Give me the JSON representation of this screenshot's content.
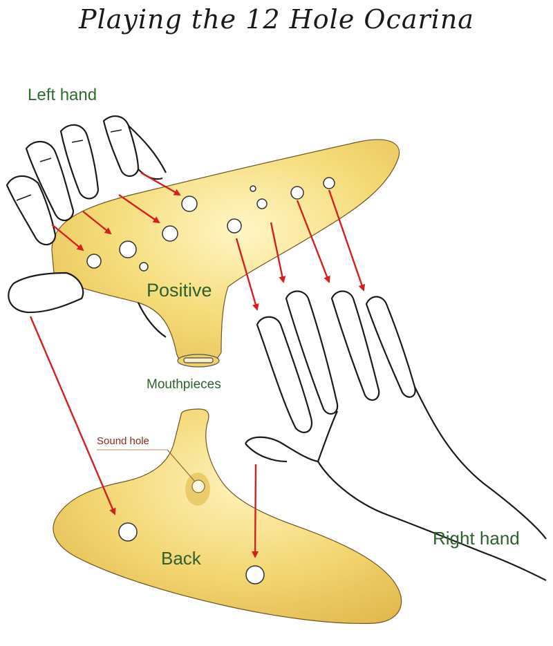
{
  "title": "Playing the 12 Hole Ocarina",
  "labels": {
    "left_hand": "Left hand",
    "positive": "Positive",
    "mouthpieces": "Mouthpieces",
    "sound_hole": "Sound hole",
    "back": "Back",
    "right_hand": "Right hand"
  },
  "colors": {
    "ocarina_body": "#f5dc7a",
    "ocarina_shadow": "#e9c55a",
    "arrow": "#d31f1f",
    "label_green": "#2e6b2e",
    "outline": "#222222"
  }
}
